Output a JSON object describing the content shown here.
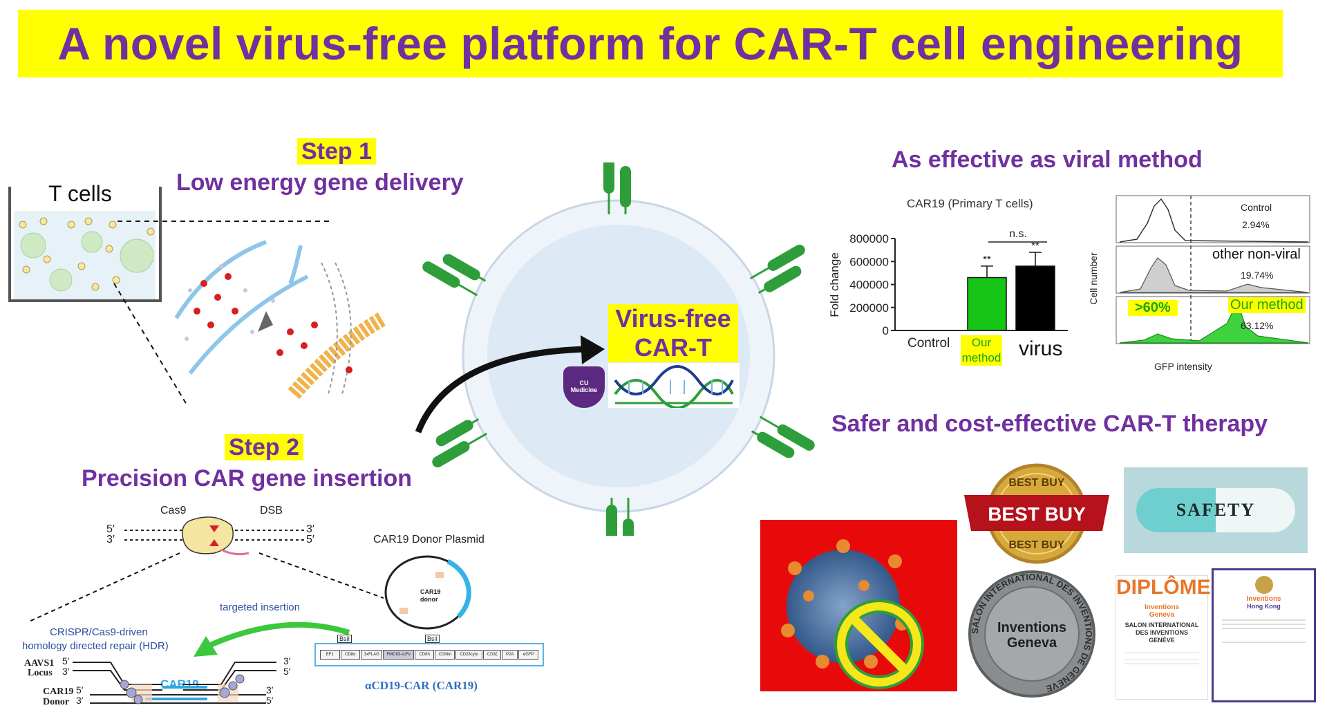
{
  "title": "A novel virus-free platform for CAR-T cell engineering",
  "colors": {
    "accent": "#7030a0",
    "highlight": "#ffff00",
    "receptor": "#2e9e3a",
    "bar_method": "#16c516",
    "bar_virus": "#000000"
  },
  "step1": {
    "label": "Step 1",
    "subtitle": "Low energy gene delivery",
    "tcells_label": "T cells"
  },
  "step2": {
    "label": "Step 2",
    "subtitle": "Precision CAR gene insertion",
    "cas9": "Cas9",
    "dsb": "DSB",
    "prime5": "5′",
    "prime3": "3′",
    "plasmid_title": "CAR19 Donor Plasmid",
    "plasmid_label_1": "CAR19",
    "plasmid_label_2": "donor",
    "targeted": "targeted insertion",
    "crispr_line1": "CRISPR/Cas9-driven",
    "crispr_line2": "homology directed repair (HDR)",
    "aavs1_1": "AAVS1",
    "aavs1_2": "Locus",
    "donor_1": "CAR19",
    "donor_2": "Donor",
    "car19_insert": "CAR19",
    "construct_label": "αCD19-CAR (CAR19)",
    "construct_segments": [
      "EF1",
      "CD8α",
      "3xFLAG",
      "FMC63-scFv",
      "CD8h",
      "CD8tm",
      "CD28cyto",
      "CD3ζ",
      "P2A",
      "eGFP"
    ],
    "bsii": "BsiI"
  },
  "center": {
    "line1": "Virus-free",
    "line2": "CAR-T",
    "logo": "CU Medicine"
  },
  "effective": {
    "heading": "As effective as viral method"
  },
  "chart_data": [
    {
      "type": "bar",
      "title": "CAR19 (Primary T cells)",
      "xlabel": "",
      "ylabel": "Fold change",
      "categories": [
        "Control",
        "Our method",
        "virus"
      ],
      "values": [
        0,
        460000,
        560000
      ],
      "errors": [
        0,
        100000,
        120000
      ],
      "ylim": [
        0,
        800000
      ],
      "yticks": [
        "0",
        "200000",
        "400000",
        "600000",
        "800000"
      ],
      "significance": [
        "",
        "**",
        "**"
      ],
      "comparison": "n.s."
    },
    {
      "type": "area",
      "title": "",
      "xlabel": "GFP intensity",
      "ylabel": "Cell number",
      "panels": [
        {
          "name": "Control",
          "percent": "2.94%"
        },
        {
          "name": "other non-viral",
          "percent": "19.74%"
        },
        {
          "name": "Our method",
          "percent": "63.12%",
          "callout": ">60%"
        }
      ]
    }
  ],
  "safer": {
    "heading": "Safer and cost-effective CAR-T therapy"
  },
  "badges": {
    "best_buy_top": "BEST BUY",
    "best_buy_main": "BEST BUY",
    "best_buy_bottom": "BEST BUY",
    "safety": "SAFETY",
    "medal_ring": "SALON INTERNATIONAL DES INVENTIONS DE GENEVE",
    "medal_line1": "Inventions",
    "medal_line2": "Geneva",
    "diplome": "DIPLÔME",
    "diplome_brand_1": "Inventions",
    "diplome_brand_2": "Geneva",
    "diplome_text": "SALON INTERNATIONAL DES INVENTIONS GENÈVE",
    "hk_brand_1": "Inventions",
    "hk_brand_2": "Hong Kong"
  }
}
